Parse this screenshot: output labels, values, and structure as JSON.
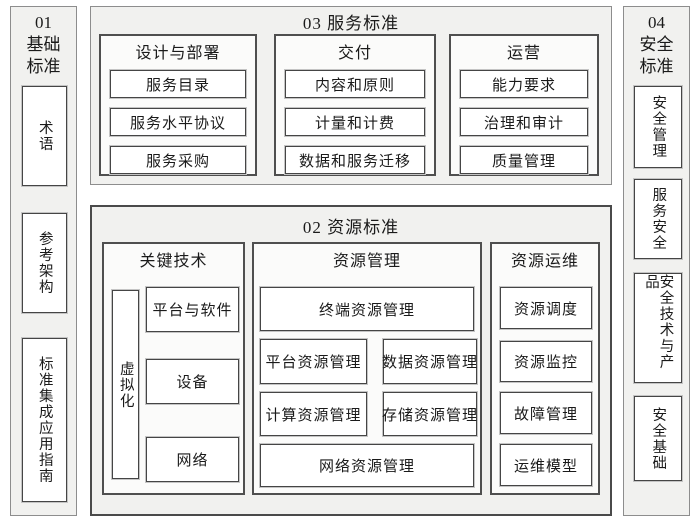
{
  "diagram": {
    "col01": {
      "title_lines": [
        "01",
        "基础",
        "标准"
      ],
      "items": [
        "术语",
        "参考架构",
        "标准集成应用指南"
      ]
    },
    "sec03": {
      "title": "03 服务标准",
      "groups": [
        {
          "title": "设计与部署",
          "items": [
            "服务目录",
            "服务水平协议",
            "服务采购"
          ]
        },
        {
          "title": "交付",
          "items": [
            "内容和原则",
            "计量和计费",
            "数据和服务迁移"
          ]
        },
        {
          "title": "运营",
          "items": [
            "能力要求",
            "治理和审计",
            "质量管理"
          ]
        }
      ]
    },
    "sec02": {
      "title": "02 资源标准",
      "key_tech": {
        "title": "关键技术",
        "vertical_item": "虚拟化",
        "items": [
          "平台与软件",
          "设备",
          "网络"
        ]
      },
      "resource_mgmt": {
        "title": "资源管理",
        "row1": "终端资源管理",
        "row2": [
          "平台资源管理",
          "数据资源管理"
        ],
        "row3": [
          "计算资源管理",
          "存储资源管理"
        ],
        "row4": "网络资源管理"
      },
      "resource_ops": {
        "title": "资源运维",
        "items": [
          "资源调度",
          "资源监控",
          "故障管理",
          "运维模型"
        ]
      }
    },
    "col04": {
      "title_lines": [
        "04",
        "安全",
        "标准"
      ],
      "items": [
        "安全管理",
        "服务安全",
        "安全技术与产品",
        "安全基础"
      ]
    }
  },
  "colors": {
    "section_bg": "#f1f1ef",
    "panel_bg": "#fbfbfa",
    "item_bg": "#ffffff",
    "border_dark": "#4a4a4a",
    "border_gray": "#8d8d8d",
    "text": "#1a1a1a"
  }
}
